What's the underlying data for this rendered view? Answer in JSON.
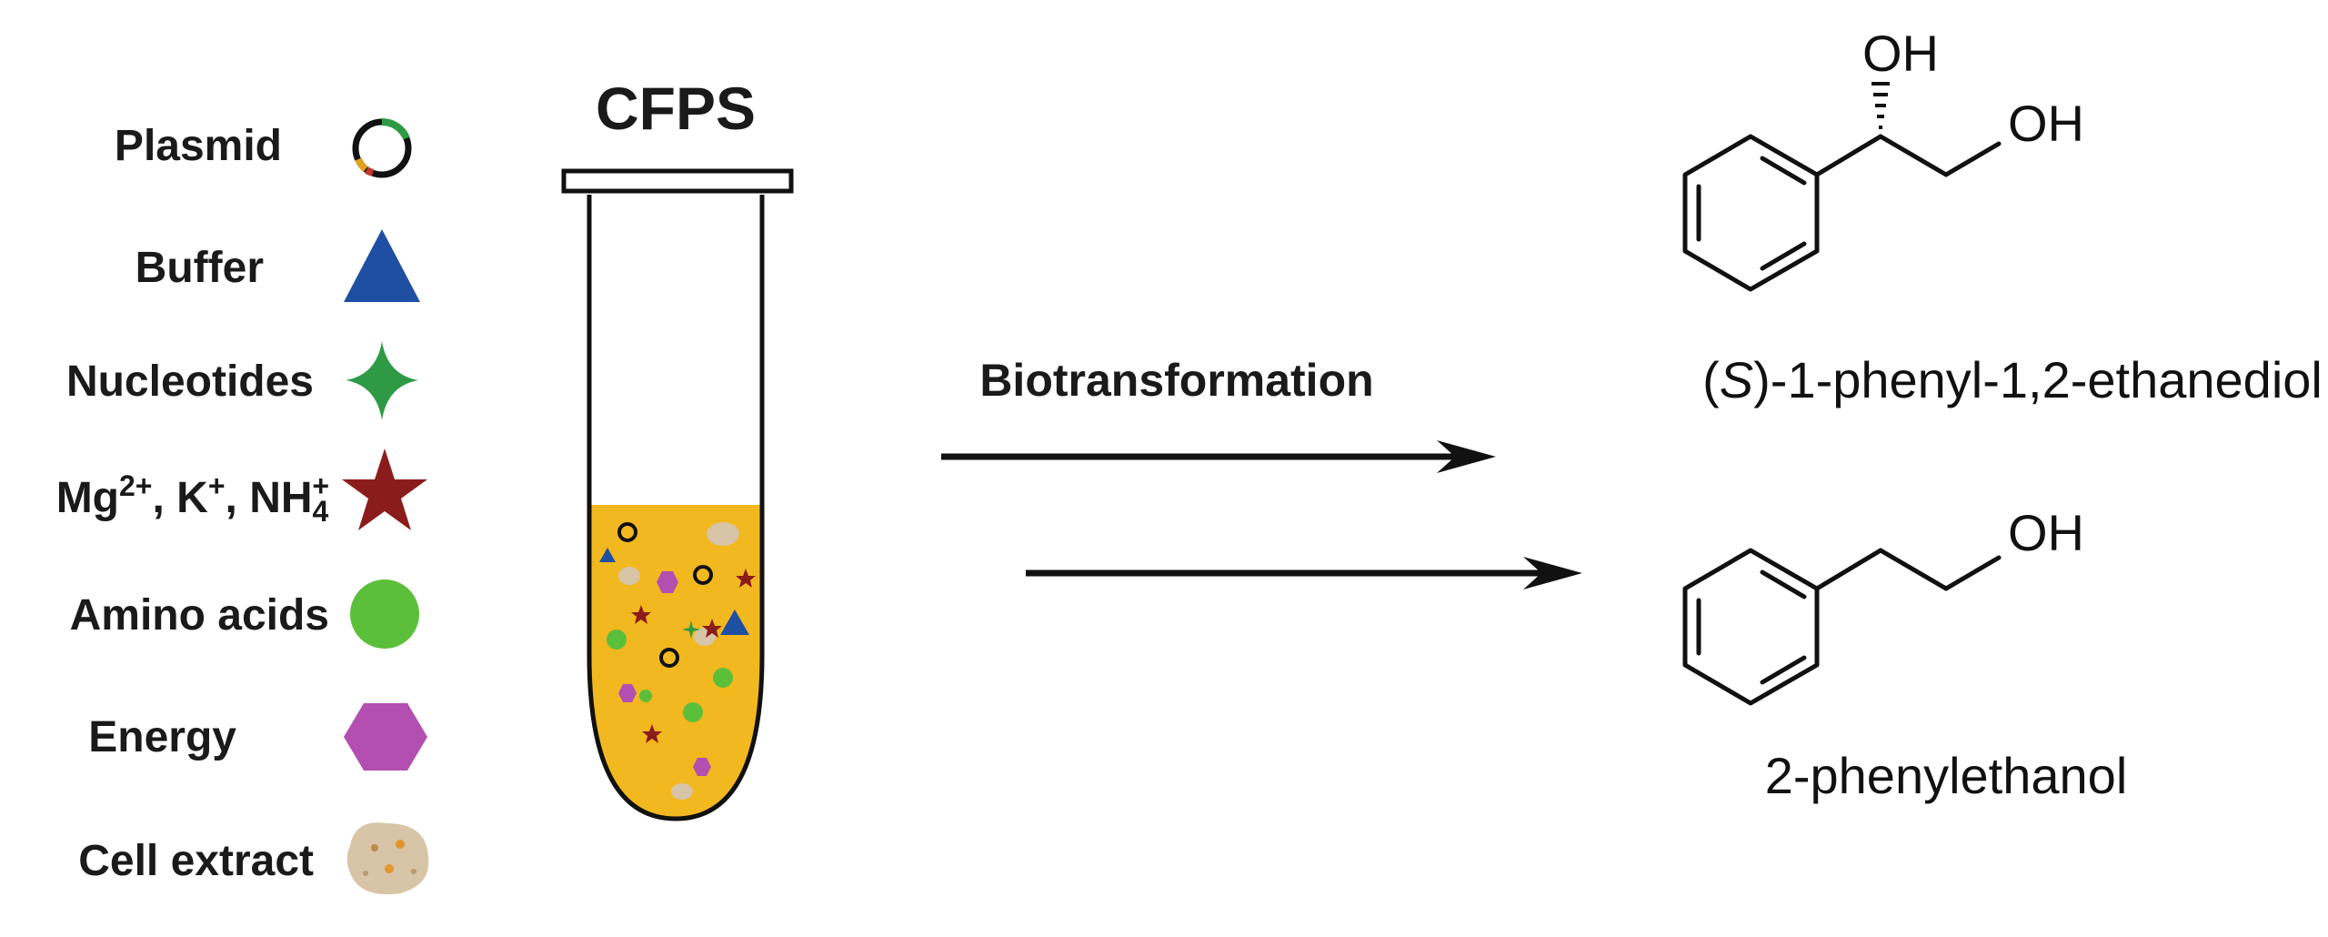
{
  "title": "CFPS",
  "arrow_label": "Biotransformation",
  "legend": {
    "plasmid": "Plasmid",
    "buffer": "Buffer",
    "nucleotides": "Nucleotides",
    "ions_mg": "Mg",
    "ions_mg_sup": "2+",
    "ions_k": ", K",
    "ions_k_sup": "+",
    "ions_nh": ", NH",
    "ions_nh_sub": "4",
    "ions_nh_sup": "+",
    "amino_acids": "Amino acids",
    "energy": "Energy",
    "cell_extract": "Cell extract"
  },
  "products": {
    "product1_paren_open": "(",
    "product1_stereo": "S",
    "product1_rest": ")-1-phenyl-1,2-ethanediol",
    "product2": "2-phenylethanol",
    "oh": "OH"
  },
  "colors": {
    "buffer": "#1f4fa3",
    "nucleotides": "#2e9a45",
    "ions": "#8b1c1c",
    "amino_acids": "#5cbf3a",
    "energy": "#b24fb0",
    "solution": "#f2b81f",
    "cell_extract": "#d8c4a6"
  }
}
